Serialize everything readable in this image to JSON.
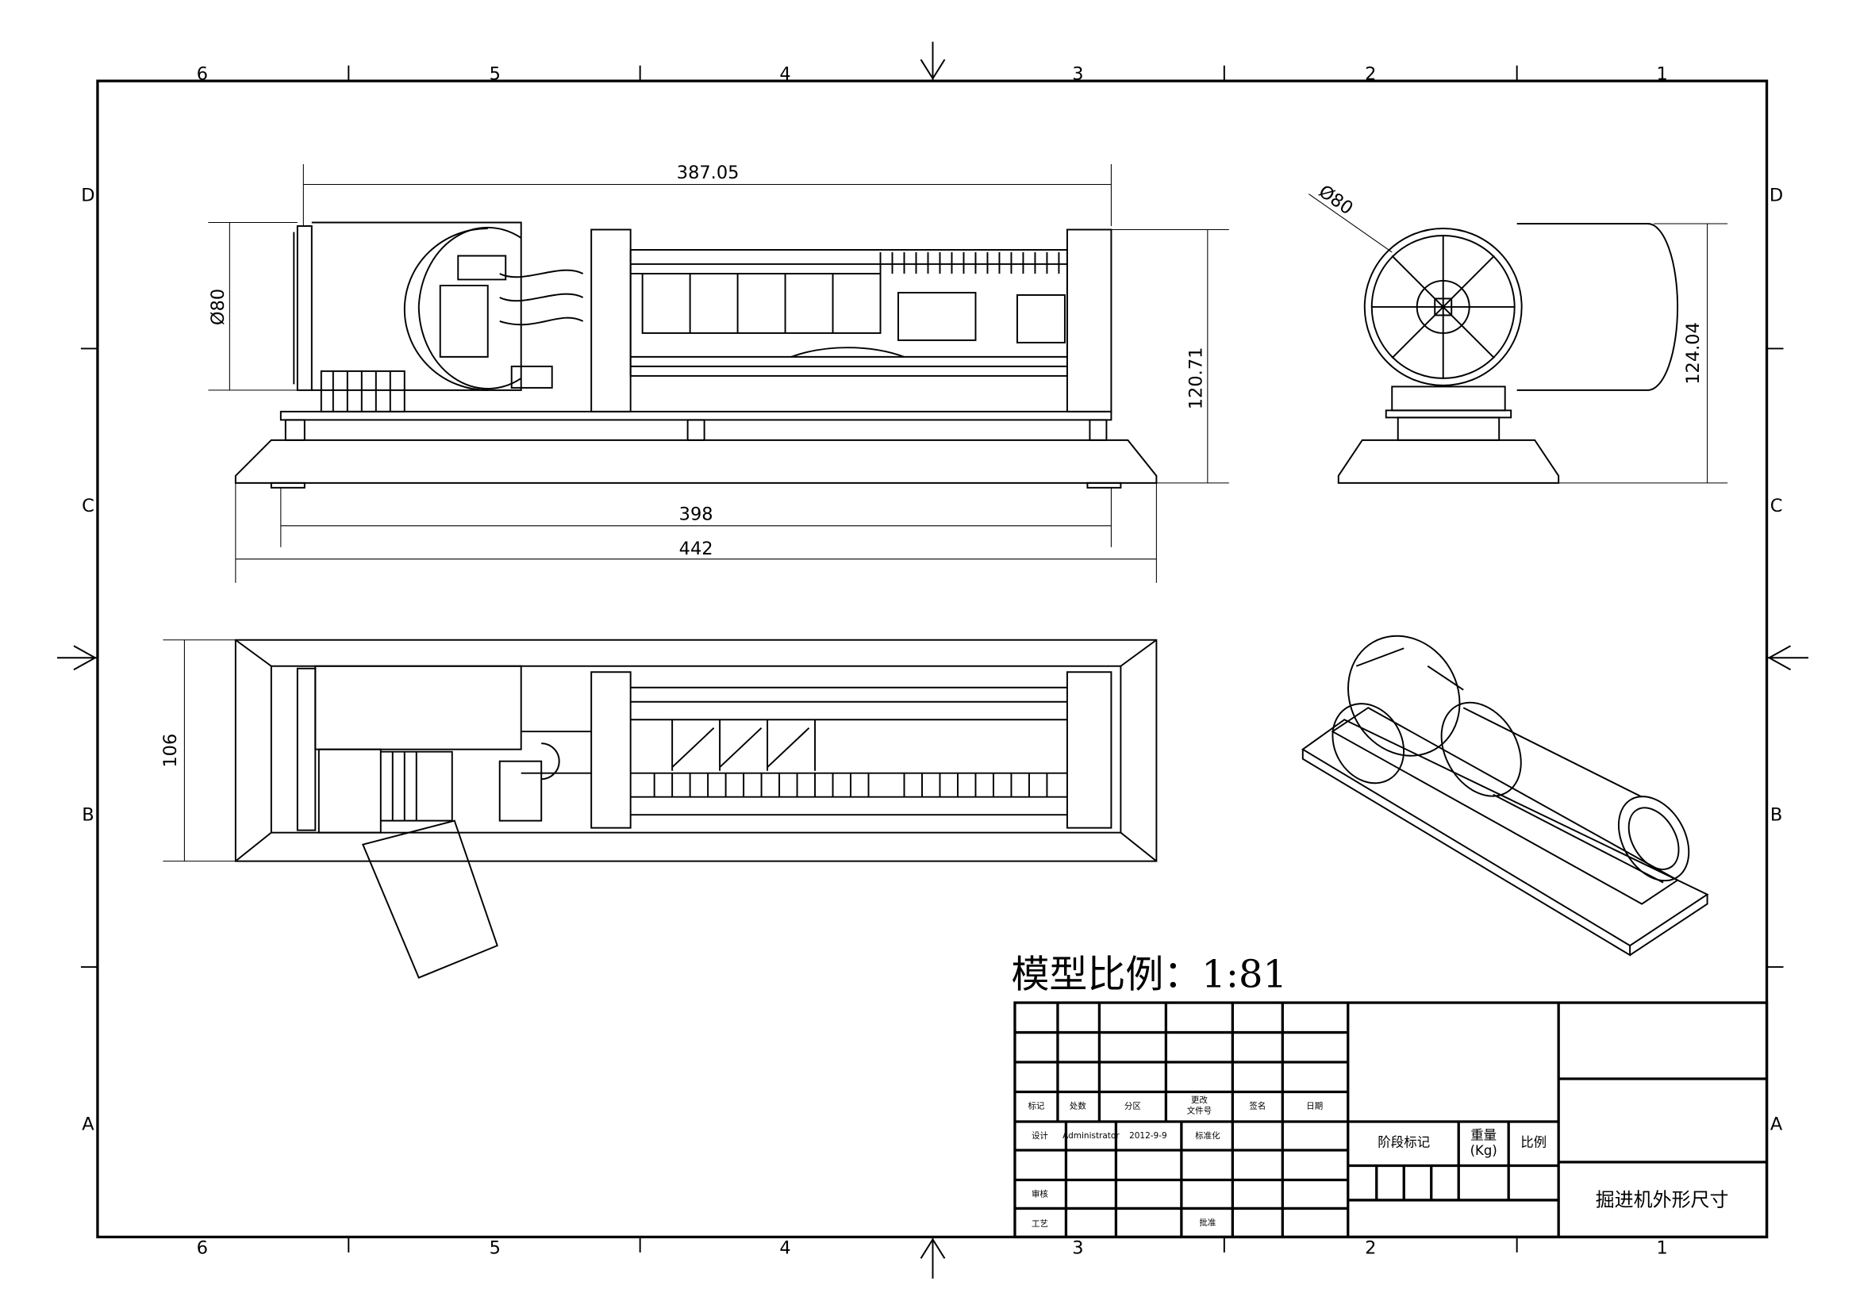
{
  "frame": {
    "columns": [
      "6",
      "5",
      "4",
      "3",
      "2",
      "1"
    ],
    "rows": [
      "D",
      "C",
      "B",
      "A"
    ]
  },
  "dimensions": {
    "front_length": "387.05",
    "front_diameter": "Ø80",
    "front_height": "120.71",
    "rail_length": "398",
    "base_length": "442",
    "side_diameter": "Ø80",
    "side_height": "124.04",
    "top_width": "106"
  },
  "scale_note": "模型比例：1:81",
  "title_block": {
    "rev_headers": [
      "标记",
      "处数",
      "分区",
      "更改\n文件号",
      "签名",
      "日期"
    ],
    "rev_header_change_1": "更改",
    "rev_header_change_2": "文件号",
    "design_label": "设计",
    "designer": "Administrator",
    "date": "2012-9-9",
    "standardization_label": "标准化",
    "review_label": "审核",
    "process_label": "工艺",
    "approve_label": "批准",
    "stage_mark_label": "阶段标记",
    "weight_label": "重量",
    "weight_unit": "(Kg)",
    "scale_label": "比例",
    "drawing_title": "掘进机外形尺寸"
  }
}
